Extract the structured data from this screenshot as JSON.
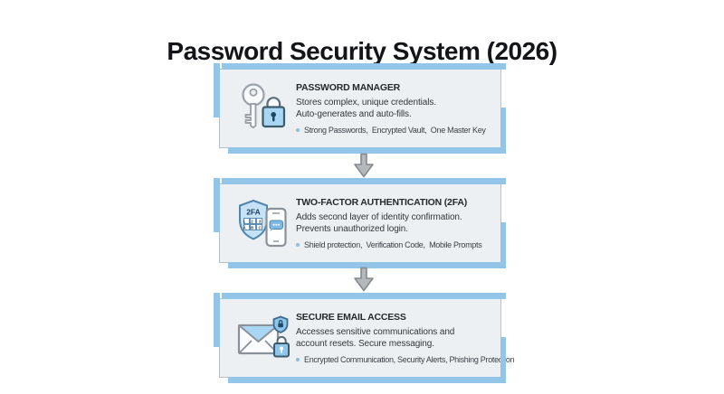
{
  "page": {
    "title": "Password Security System (2026)"
  },
  "colors": {
    "accent_blue": "#93C5E8",
    "icon_blue_fill": "#A9D6F2",
    "icon_blue_deep": "#7DB9E4",
    "icon_outline_gray": "#8A9199",
    "icon_outline_dark": "#3D5A6B",
    "card_background": "#EDF0F3",
    "card_border": "#B9C0C6",
    "arrow_fill": "#B5B9BD",
    "arrow_outline": "#85898D",
    "feature_dot": "#8BBEDF"
  },
  "cards": [
    {
      "id": "password-manager",
      "icon": "key-lock-icon",
      "title": "PASSWORD MANAGER",
      "description": "Stores complex, unique credentials.\nAuto-generates and auto-fills.",
      "features": "Strong Passwords,  Encrypted Vault,  One Master Key"
    },
    {
      "id": "two-factor-authentication",
      "icon": "2fa-shield-phone-icon",
      "icon_label": "2FA",
      "keypad_row1": "1 2 3",
      "keypad_row2": "A B C",
      "title": "TWO-FACTOR AUTHENTICATION (2FA)",
      "description": "Adds second layer of identity confirmation.\nPrevents unauthorized login.",
      "features": "Shield protection,  Verification Code,  Mobile Prompts"
    },
    {
      "id": "secure-email-access",
      "icon": "secure-email-icon",
      "title": "SECURE EMAIL ACCESS",
      "description": "Accesses sensitive communications and\naccount resets. Secure messaging.",
      "features": "Encrypted Communication, Security Alerts, Phishing Protection"
    }
  ]
}
